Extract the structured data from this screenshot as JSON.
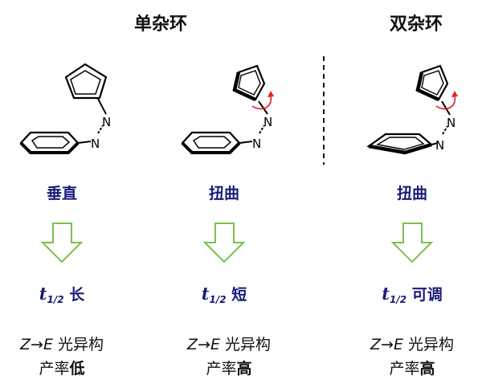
{
  "headers": {
    "single": "单杂环",
    "double": "双杂环"
  },
  "atoms": {
    "nitrogen": "N"
  },
  "columns": [
    {
      "conformation": "垂直",
      "t": "t",
      "sub": "1/2",
      "half_life": "长",
      "z": "Z",
      "arrow": "→",
      "e": "E",
      "photo": "光异构",
      "yield_prefix": "产率",
      "yield_value": "低"
    },
    {
      "conformation": "扭曲",
      "t": "t",
      "sub": "1/2",
      "half_life": "短",
      "z": "Z",
      "arrow": "→",
      "e": "E",
      "photo": "光异构",
      "yield_prefix": "产率",
      "yield_value": "高"
    },
    {
      "conformation": "扭曲",
      "t": "t",
      "sub": "1/2",
      "half_life": "可调",
      "z": "Z",
      "arrow": "→",
      "e": "E",
      "photo": "光异构",
      "yield_prefix": "产率",
      "yield_value": "高"
    }
  ],
  "colors": {
    "arrow_green": "#7cc04a",
    "label_navy": "#1a1a7a",
    "twist_red": "#e02020"
  }
}
